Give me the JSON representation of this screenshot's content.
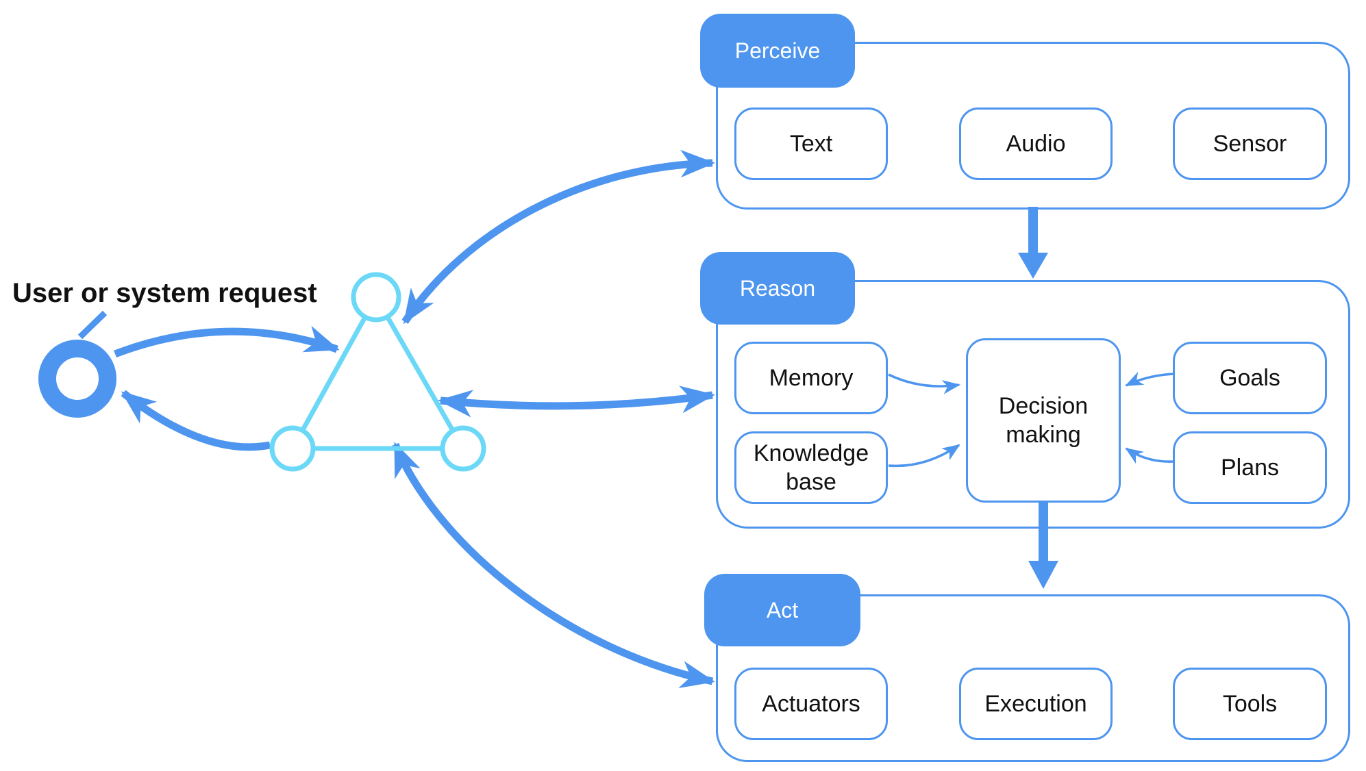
{
  "title": "Agent Perceive-Reason-Act architecture diagram",
  "colors": {
    "accent": "#4D95EE",
    "cyan": "#6CD8F7",
    "ink": "#111111",
    "tabText": "#FFFFFF"
  },
  "request": {
    "label": "User or system request"
  },
  "agent_symbol": "triangle-with-node-circles",
  "sections": [
    {
      "id": "perceive",
      "label": "Perceive",
      "boxes": [
        "Text",
        "Audio",
        "Sensor"
      ]
    },
    {
      "id": "reason",
      "label": "Reason",
      "boxes": [
        "Memory",
        "Knowledge base",
        "Decision making",
        "Goals",
        "Plans"
      ]
    },
    {
      "id": "act",
      "label": "Act",
      "boxes": [
        "Actuators",
        "Execution",
        "Tools"
      ]
    }
  ],
  "flows": [
    "user-request to agent (bidirectional)",
    "agent to perceive (bidirectional)",
    "agent to reason (bidirectional)",
    "agent to act (bidirectional)",
    "perceive to reason",
    "decision-making to act",
    "memory to decision-making",
    "knowledge-base to decision-making",
    "goals to decision-making",
    "plans to decision-making"
  ]
}
